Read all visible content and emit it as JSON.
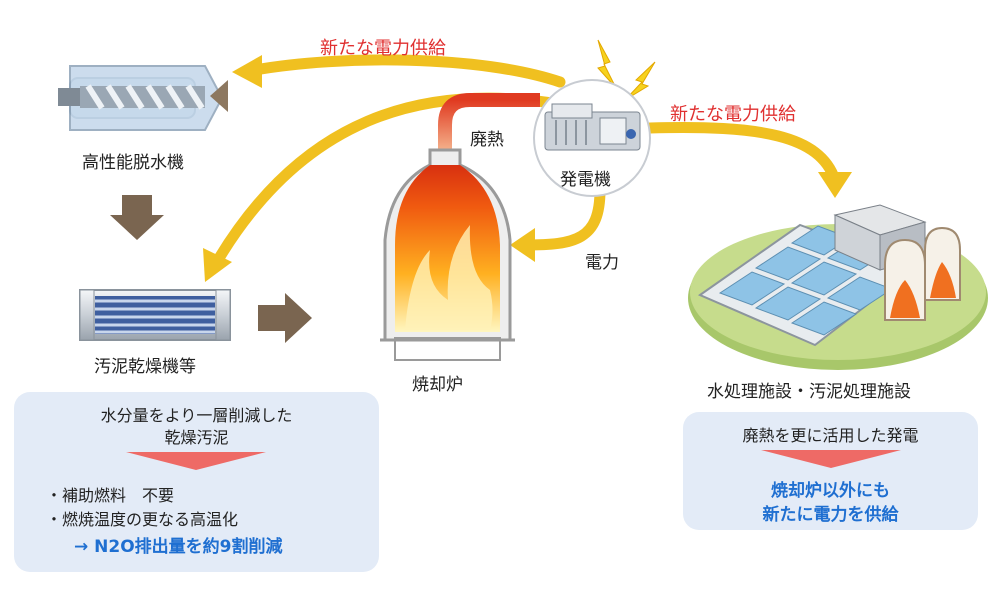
{
  "labels": {
    "dehydrator": "高性能脱水機",
    "dryer": "汚泥乾燥機等",
    "incinerator": "焼却炉",
    "generator": "発電機",
    "waste_heat": "廃熱",
    "power": "電力",
    "new_supply_left": "新たな電力供給",
    "new_supply_right": "新たな電力供給",
    "facility": "水処理施設・汚泥処理施設"
  },
  "left_box": {
    "line1": "水分量をより一層削減した",
    "line2": "乾燥汚泥",
    "bullet1": "・補助燃料　不要",
    "bullet2": "・燃焼温度の更なる高温化",
    "result": "→ N2O排出量を約9割削減"
  },
  "right_box": {
    "line1": "廃熱を更に活用した発電",
    "result1": "焼却炉以外にも",
    "result2": "新たに電力を供給"
  },
  "colors": {
    "arrow_yellow": "#f0c020",
    "red_text": "#e03030",
    "blue_text": "#1f6fd1",
    "box_bg": "#e3ebf7",
    "brown_arrow": "#7a6550"
  }
}
